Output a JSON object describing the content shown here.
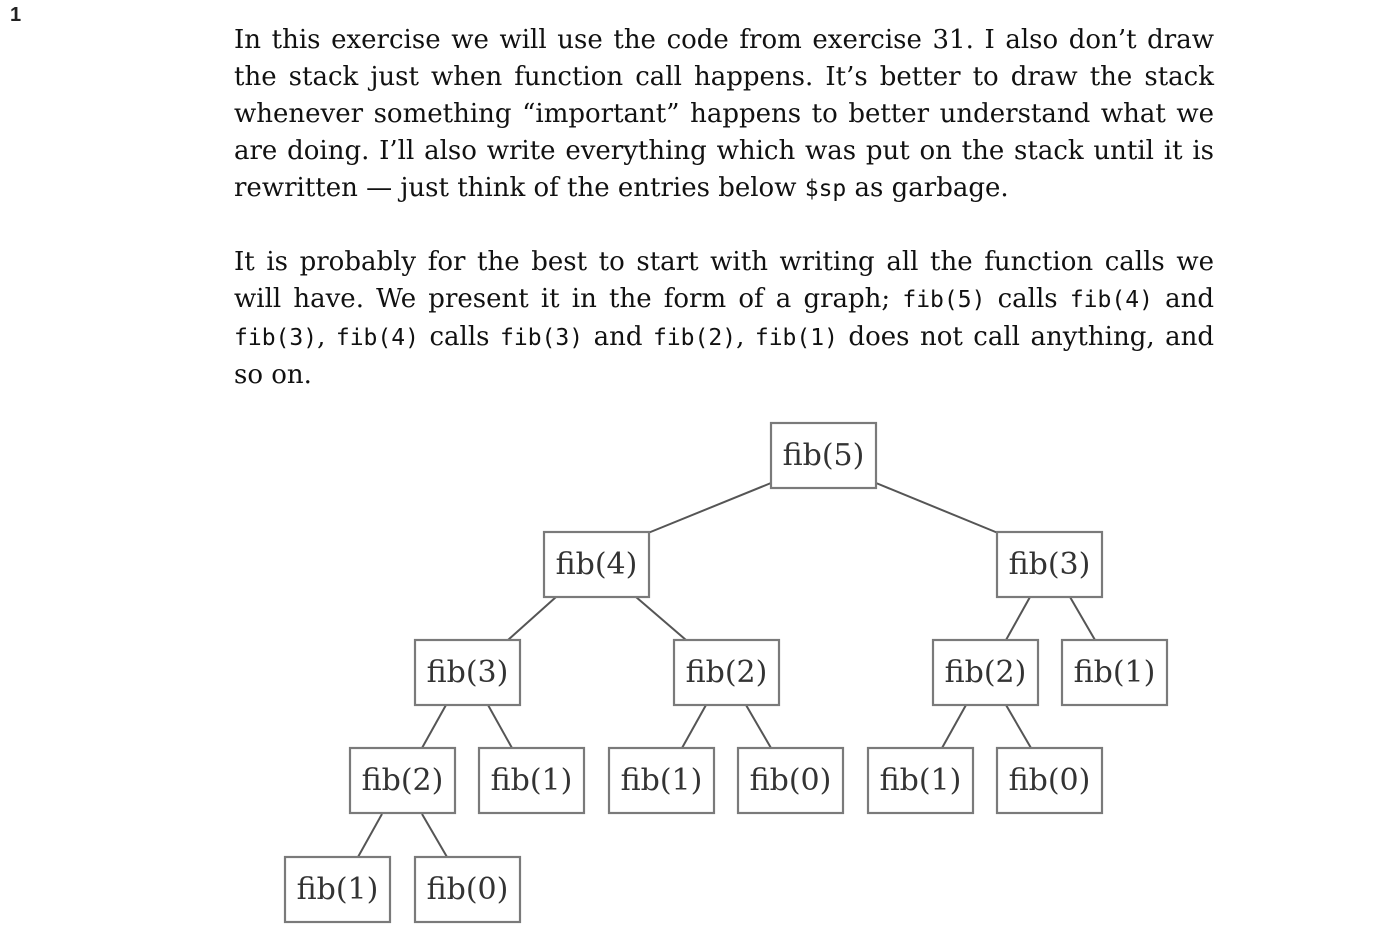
{
  "page_number": "1",
  "paragraph1": {
    "part1": "In this exercise we will use the code from exercise 31. I also don’t draw the stack just when function call happens. It’s better to draw the stack whenever something “important” happens to better understand what we are doing. I’ll also write everything which was put on the stack until it is rewritten — just think of the entries below ",
    "code_sp": "$sp",
    "part2": " as garbage."
  },
  "paragraph2": {
    "t1": "It is probably for the best to start with writing all the function calls we will have. We present it in the form of a graph; ",
    "c1": "fib(5)",
    "t2": " calls ",
    "c2": "fib(4)",
    "t3": " and ",
    "c3": "fib(3)",
    "t4": ", ",
    "c4": "fib(4)",
    "t5": " calls ",
    "c5": "fib(3)",
    "t6": " and ",
    "c6": "fib(2)",
    "t7": ", ",
    "c7": "fib(1)",
    "t8": " does not call anything, and so on."
  },
  "tree": {
    "nodes": {
      "root": "fib(5)",
      "l": "fib(4)",
      "r": "fib(3)",
      "ll": "fib(3)",
      "lr": "fib(2)",
      "rl": "fib(2)",
      "rr": "fib(1)",
      "lll": "fib(2)",
      "llr": "fib(1)",
      "lrl": "fib(1)",
      "lrr": "fib(0)",
      "rll": "fib(1)",
      "rlr": "fib(0)",
      "llll": "fib(1)",
      "lllr": "fib(0)"
    }
  }
}
